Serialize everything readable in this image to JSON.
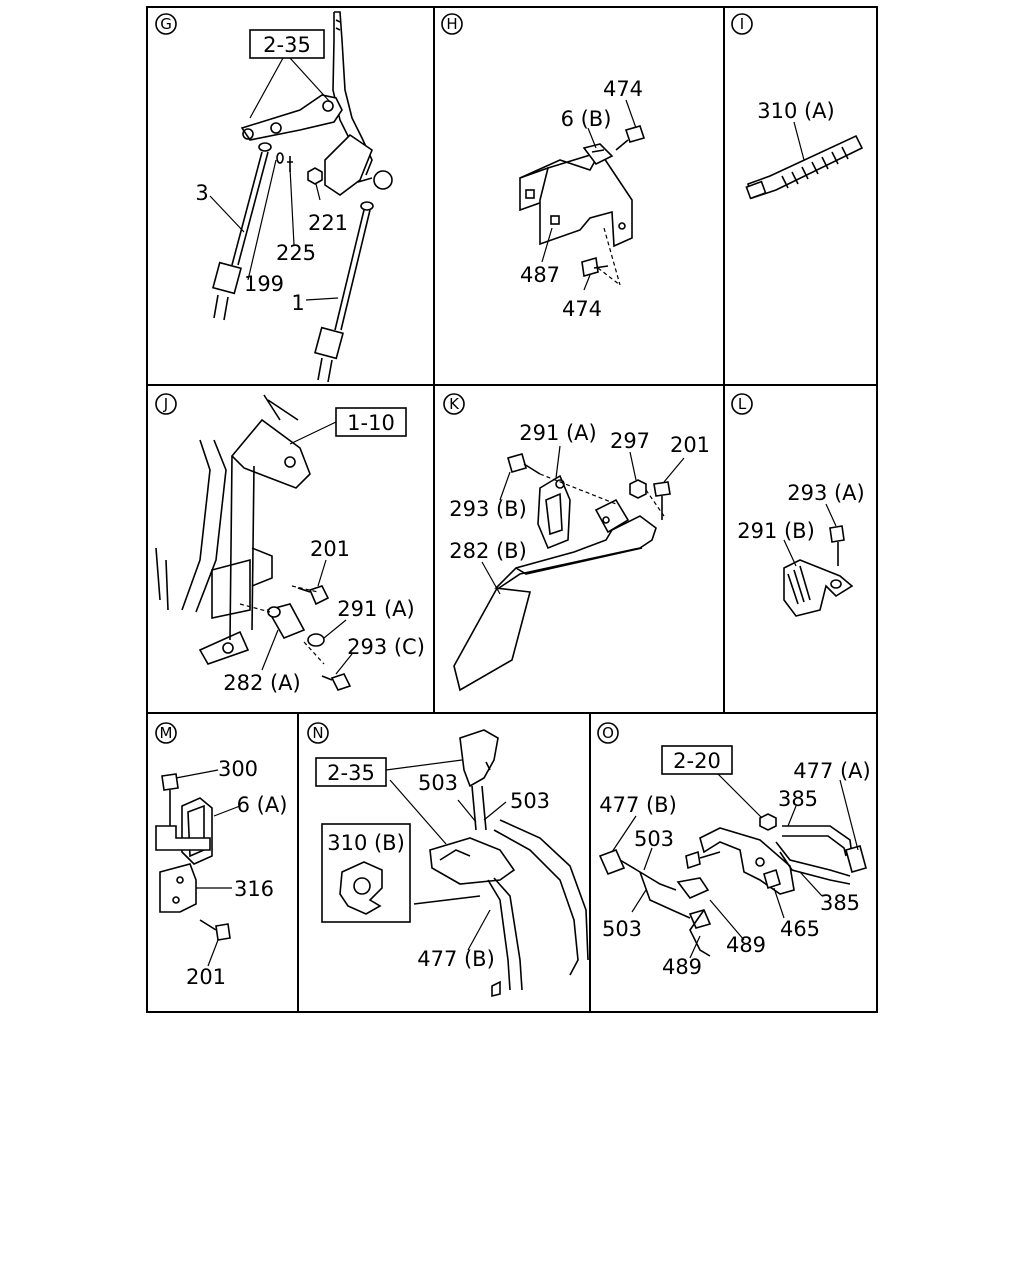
{
  "panels": {
    "G": {
      "letter": "G",
      "ref_box": "2-35",
      "labels": [
        "3",
        "225",
        "221",
        "199",
        "1"
      ]
    },
    "H": {
      "letter": "H",
      "labels": [
        "474",
        "6 (B)",
        "487",
        "474"
      ]
    },
    "I": {
      "letter": "I",
      "labels": [
        "310 (A)"
      ]
    },
    "J": {
      "letter": "J",
      "ref_box": "1-10",
      "labels": [
        "201",
        "291 (A)",
        "293 (C)",
        "282 (A)"
      ]
    },
    "K": {
      "letter": "K",
      "labels": [
        "291 (A)",
        "297",
        "201",
        "293 (B)",
        "282 (B)"
      ]
    },
    "L": {
      "letter": "L",
      "labels": [
        "293 (A)",
        "291 (B)"
      ]
    },
    "M": {
      "letter": "M",
      "labels": [
        "300",
        "6 (A)",
        "316",
        "201"
      ]
    },
    "N": {
      "letter": "N",
      "ref_box": "2-35",
      "inset_box": "310 (B)",
      "labels": [
        "503",
        "503",
        "477 (B)"
      ]
    },
    "O": {
      "letter": "O",
      "ref_box": "2-20",
      "labels": [
        "477 (A)",
        "385",
        "477 (B)",
        "503",
        "385",
        "503",
        "489",
        "465",
        "489"
      ]
    }
  }
}
